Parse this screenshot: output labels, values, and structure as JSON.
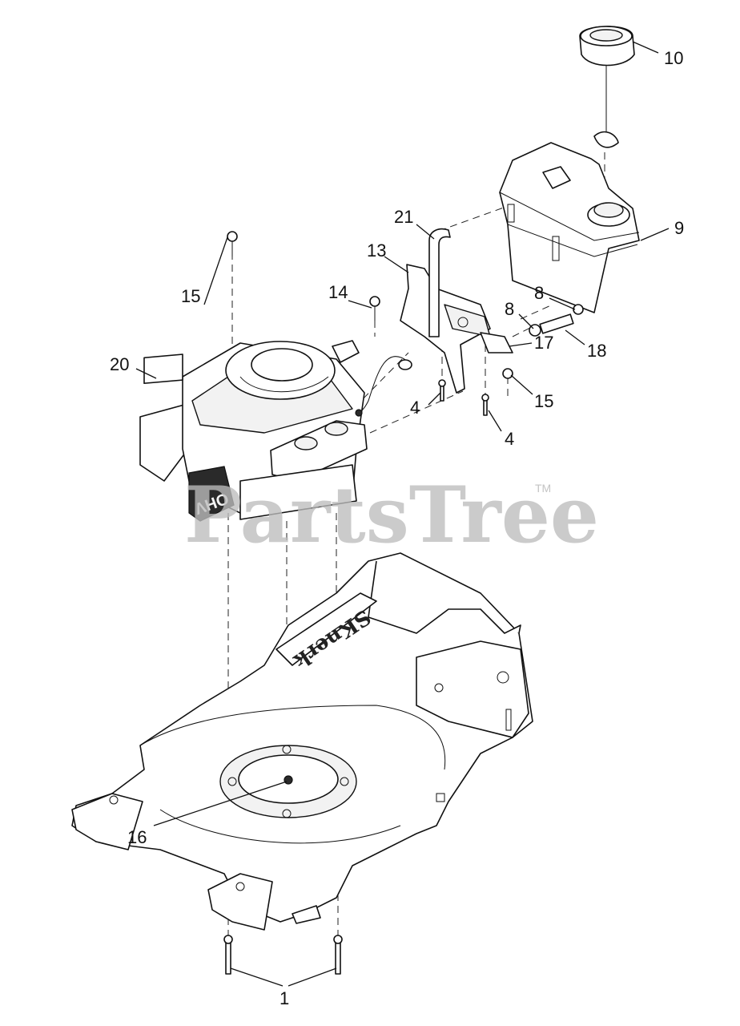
{
  "watermark": {
    "text": "PartsTree",
    "trademark": "TM"
  },
  "engine": {
    "badge": "OHV"
  },
  "deck": {
    "logo": "SKnerk"
  },
  "callouts": [
    {
      "id": "c1",
      "label": "1"
    },
    {
      "id": "c4a",
      "label": "4"
    },
    {
      "id": "c4b",
      "label": "4"
    },
    {
      "id": "c8a",
      "label": "8"
    },
    {
      "id": "c8b",
      "label": "8"
    },
    {
      "id": "c9",
      "label": "9"
    },
    {
      "id": "c10",
      "label": "10"
    },
    {
      "id": "c13",
      "label": "13"
    },
    {
      "id": "c14",
      "label": "14"
    },
    {
      "id": "c15a",
      "label": "15"
    },
    {
      "id": "c15b",
      "label": "15"
    },
    {
      "id": "c16",
      "label": "16"
    },
    {
      "id": "c17",
      "label": "17"
    },
    {
      "id": "c18",
      "label": "18"
    },
    {
      "id": "c20",
      "label": "20"
    },
    {
      "id": "c21",
      "label": "21"
    }
  ]
}
